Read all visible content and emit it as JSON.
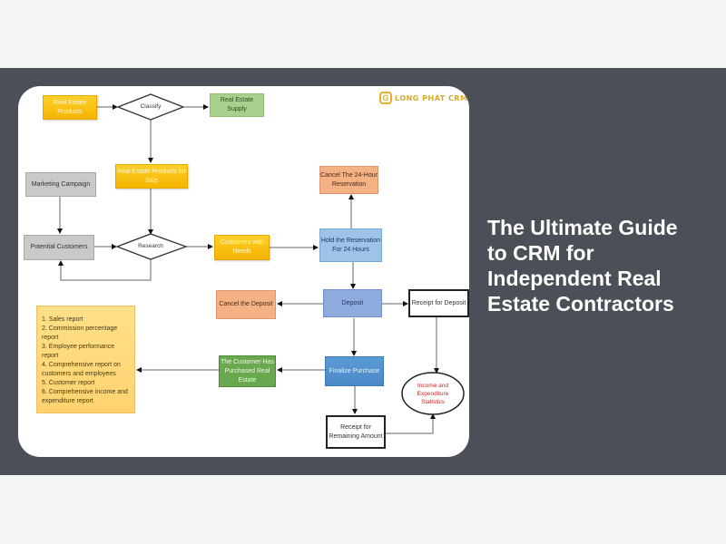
{
  "headline": {
    "lines": [
      "The Ultimate Guide",
      "to CRM for",
      "Independent Real",
      "Estate Contractors"
    ]
  },
  "logo": {
    "mark": "G",
    "text": "LONG PHÁT CRM",
    "color": "#d8a828"
  },
  "diagram": {
    "nodes": {
      "real_estate_products": "Real Estate Products",
      "classify": "Classify",
      "real_estate_supply": "Real Estate Supply",
      "marketing_campaign": "Marketing Campaign",
      "products_for_sale": "Real Estate Products for Sale",
      "potential_customers": "Potential Customers",
      "research": "Research",
      "customers_with_needs": "Customers with Needs",
      "cancel_24h": "Cancel The 24-Hour Reservation",
      "hold_reservation": "Hold the Reservation For 24 Hours",
      "cancel_deposit": "Cancel the Deposit",
      "deposit": "Deposit",
      "receipt_deposit": "Receipt for Deposit",
      "customer_purchased": "The Customer Has Purchased Real Estate",
      "finalize_purchase": "Finalize Purchase",
      "receipt_remaining": "Receipt for Remaining Amount",
      "income_stats": "Income and Expenditure Statistics"
    },
    "reports": [
      "1. Sales report",
      "2. Commission percentage report",
      "3. Employee performance report",
      "4. Comprehensive report on customers and employees",
      "5. Customer report",
      "6. Comprehensive income and expenditure report"
    ],
    "edges": [
      [
        "real_estate_products",
        "classify"
      ],
      [
        "classify",
        "real_estate_supply"
      ],
      [
        "classify",
        "products_for_sale"
      ],
      [
        "marketing_campaign",
        "potential_customers"
      ],
      [
        "products_for_sale",
        "research"
      ],
      [
        "potential_customers",
        "research"
      ],
      [
        "research",
        "potential_customers"
      ],
      [
        "research",
        "customers_with_needs"
      ],
      [
        "customers_with_needs",
        "hold_reservation"
      ],
      [
        "hold_reservation",
        "cancel_24h"
      ],
      [
        "hold_reservation",
        "deposit"
      ],
      [
        "deposit",
        "cancel_deposit"
      ],
      [
        "deposit",
        "receipt_deposit"
      ],
      [
        "deposit",
        "finalize_purchase"
      ],
      [
        "receipt_deposit",
        "income_stats"
      ],
      [
        "finalize_purchase",
        "customer_purchased"
      ],
      [
        "customer_purchased",
        "reports"
      ],
      [
        "finalize_purchase",
        "receipt_remaining"
      ],
      [
        "receipt_remaining",
        "income_stats"
      ]
    ]
  }
}
